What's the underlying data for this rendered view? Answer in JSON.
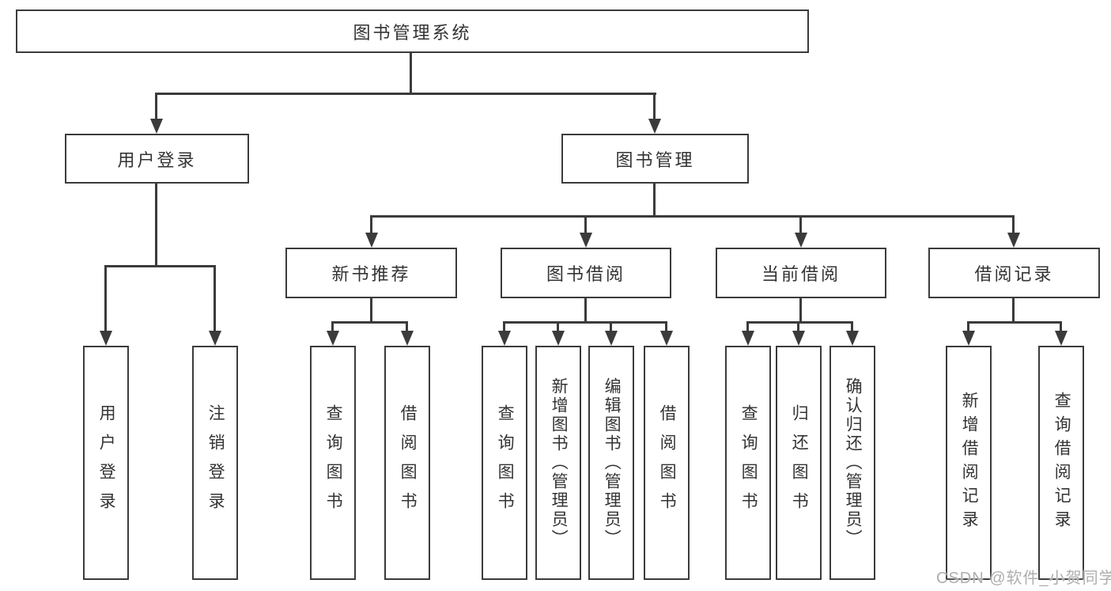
{
  "nodes": {
    "root": "图书管理系统",
    "user_login": "用户登录",
    "book_mgmt": "图书管理",
    "new_recommend": "新书推荐",
    "book_borrow": "图书借阅",
    "current_borrow": "当前借阅",
    "borrow_record": "借阅记录",
    "leaf_user_login": "用户登录",
    "leaf_user_logout": "注销登录",
    "leaf_new_query": "查询图书",
    "leaf_new_borrow": "借阅图书",
    "leaf_bor_query": "查询图书",
    "leaf_bor_add": "新增图书（管理员）",
    "leaf_bor_edit": "编辑图书（管理员）",
    "leaf_bor_borrow": "借阅图书",
    "leaf_cur_query": "查询图书",
    "leaf_cur_return": "归还图书",
    "leaf_cur_confirm": "确认归还（管理员）",
    "leaf_rec_add": "新增借阅记录",
    "leaf_rec_query": "查询借阅记录"
  },
  "hierarchy": {
    "root": "图书管理系统",
    "children": [
      {
        "label": "用户登录",
        "children": [
          "用户登录",
          "注销登录"
        ]
      },
      {
        "label": "图书管理",
        "children": [
          {
            "label": "新书推荐",
            "children": [
              "查询图书",
              "借阅图书"
            ]
          },
          {
            "label": "图书借阅",
            "children": [
              "查询图书",
              "新增图书（管理员）",
              "编辑图书（管理员）",
              "借阅图书"
            ]
          },
          {
            "label": "当前借阅",
            "children": [
              "查询图书",
              "归还图书",
              "确认归还（管理员）"
            ]
          },
          {
            "label": "借阅记录",
            "children": [
              "新增借阅记录",
              "查询借阅记录"
            ]
          }
        ]
      }
    ]
  },
  "colors": {
    "line": "#3b3b3b",
    "text": "#333333",
    "background": "#ffffff",
    "watermark": "#aeaeae"
  },
  "watermark": "CSDN @软件_小贺同学"
}
